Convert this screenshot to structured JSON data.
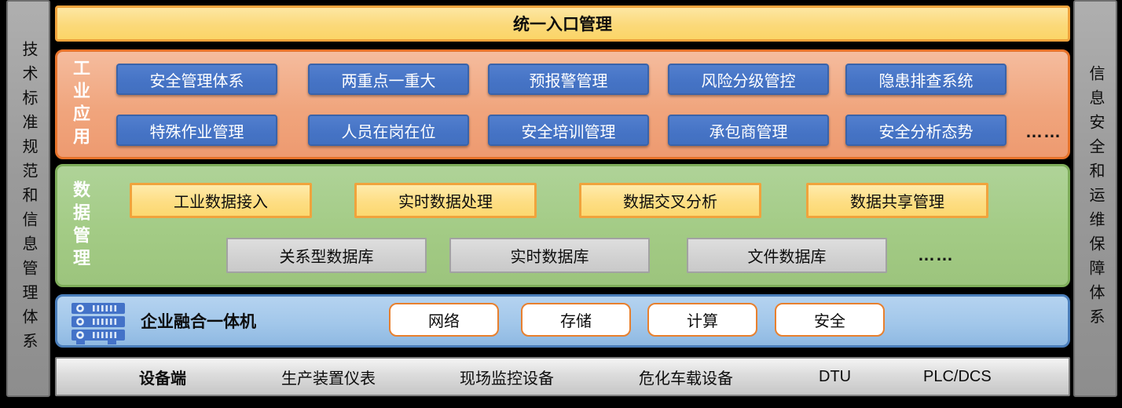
{
  "sidebars": {
    "left": "技术标准规范和信息管理体系",
    "right": "信息安全和运维保障体系"
  },
  "top_bar": {
    "label": "统一入口管理"
  },
  "industrial_apps": {
    "label": "工业应用",
    "row1": [
      "安全管理体系",
      "两重点一重大",
      "预报警管理",
      "风险分级管控",
      "隐患排查系统"
    ],
    "row2": [
      "特殊作业管理",
      "人员在岗在位",
      "安全培训管理",
      "承包商管理",
      "安全分析态势"
    ],
    "ellipsis": "……"
  },
  "data_management": {
    "label": "数据管理",
    "processes": [
      "工业数据接入",
      "实时数据处理",
      "数据交叉分析",
      "数据共享管理"
    ],
    "databases": [
      "关系型数据库",
      "实时数据库",
      "文件数据库"
    ],
    "ellipsis": "……"
  },
  "appliance": {
    "icon": "server-icon",
    "title": "企业融合一体机",
    "capabilities": [
      "网络",
      "存储",
      "计算",
      "安全"
    ]
  },
  "devices": {
    "title": "设备端",
    "items": [
      "生产装置仪表",
      "现场监控设备",
      "危化车载设备",
      "DTU",
      "PLC/DCS"
    ]
  },
  "colors": {
    "background": "#000000",
    "pillar_fill": "#9E9E9E",
    "top_bar_fill": "#FBD97A",
    "gold_border": "#F0A33C",
    "apps_fill": "#F0A57D",
    "apps_border": "#E7732B",
    "app_node_fill": "#4472C4",
    "data_fill": "#A3CB85",
    "data_border": "#7EAD5A",
    "db_fill": "#D2D2D2",
    "appliance_fill": "#A2C7EA",
    "appliance_border": "#4A7EBB",
    "capability_border": "#E8802E",
    "device_bar_fill": "#DCDCDC"
  }
}
